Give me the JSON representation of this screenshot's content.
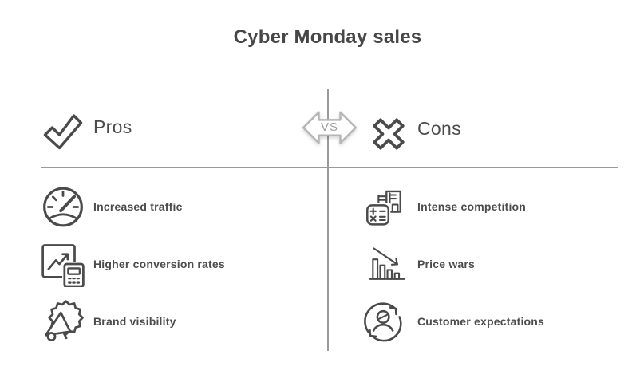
{
  "title": "Cyber Monday sales",
  "vs_badge": {
    "label": "VS"
  },
  "pros": {
    "heading": "Pros",
    "icon": "check-icon",
    "items": [
      {
        "label": "Increased traffic",
        "icon": "speedometer-icon"
      },
      {
        "label": "Higher conversion rates",
        "icon": "growth-chart-calculator-icon"
      },
      {
        "label": "Brand visibility",
        "icon": "megaphone-badge-icon"
      }
    ]
  },
  "cons": {
    "heading": "Cons",
    "icon": "cross-icon",
    "items": [
      {
        "label": "Intense competition",
        "icon": "calculator-document-icon"
      },
      {
        "label": "Price wars",
        "icon": "declining-bar-chart-icon"
      },
      {
        "label": "Customer expectations",
        "icon": "customer-refresh-icon"
      }
    ]
  },
  "colors": {
    "text": "#4c4c4c",
    "title": "#474747",
    "icon_stroke": "#4a4a4a",
    "divider": "#9b9b9b",
    "badge_border": "#b5b5b5",
    "badge_fill": "#ffffff",
    "badge_text": "#9e9e9e",
    "background": "#ffffff"
  }
}
